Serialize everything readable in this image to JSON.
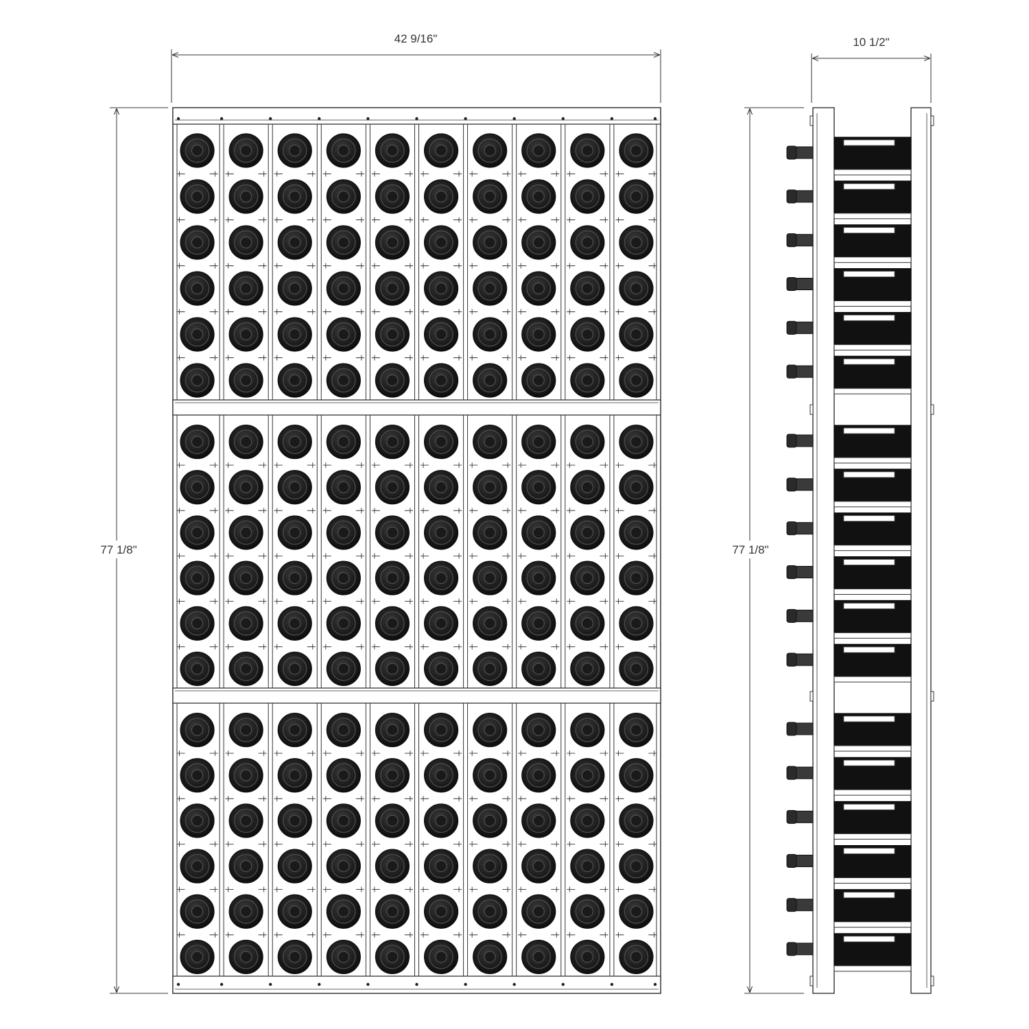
{
  "dimensions": {
    "front_width": "42 9/16\"",
    "front_height": "77 1/8\"",
    "side_depth": "10 1/2\"",
    "side_height": "77 1/8\""
  },
  "rack": {
    "columns": 10,
    "sections": 3,
    "rows_per_section": 6,
    "bottle_color": "#1c1c1c",
    "frame_color": "#333333"
  }
}
